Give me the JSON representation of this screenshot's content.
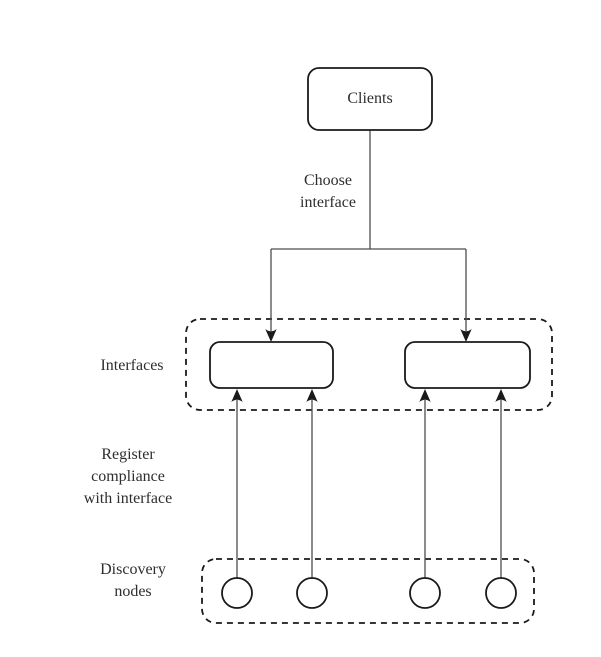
{
  "diagram": {
    "background_color": "#ffffff",
    "node_stroke_color": "#1a1a1a",
    "connector_color": "#4d4d4d",
    "text_color": "#2e2e2e",
    "nodes": {
      "clients": {
        "label": "Clients"
      },
      "interface_boxes_count": 2,
      "discovery_nodes_count": 4
    },
    "edge_labels": {
      "choose_interface": "Choose\ninterface",
      "register_compliance": "Register\ncompliance\nwith interface"
    },
    "row_labels": {
      "interfaces": "Interfaces",
      "discovery": "Discovery\nnodes"
    }
  }
}
